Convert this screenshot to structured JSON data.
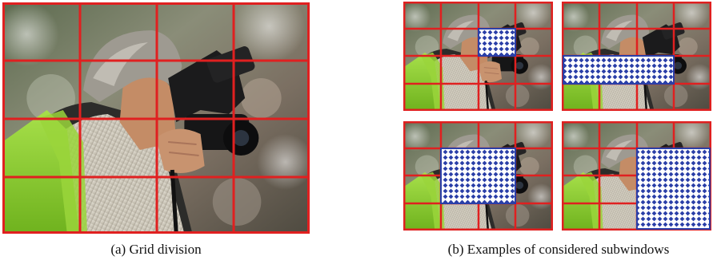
{
  "figure": {
    "panel_a": {
      "caption": "(a)  Grid division",
      "grid": {
        "cols": 4,
        "rows": 4
      }
    },
    "panel_b": {
      "caption": "(b)  Examples of considered subwindows",
      "grid": {
        "cols": 4,
        "rows": 4
      }
    },
    "colors": {
      "grid_line": "#e02020",
      "subwindow_fill": "#ffffff",
      "subwindow_pattern": "#2a3fa8",
      "subwindow_border": "#2a3fa8"
    }
  }
}
